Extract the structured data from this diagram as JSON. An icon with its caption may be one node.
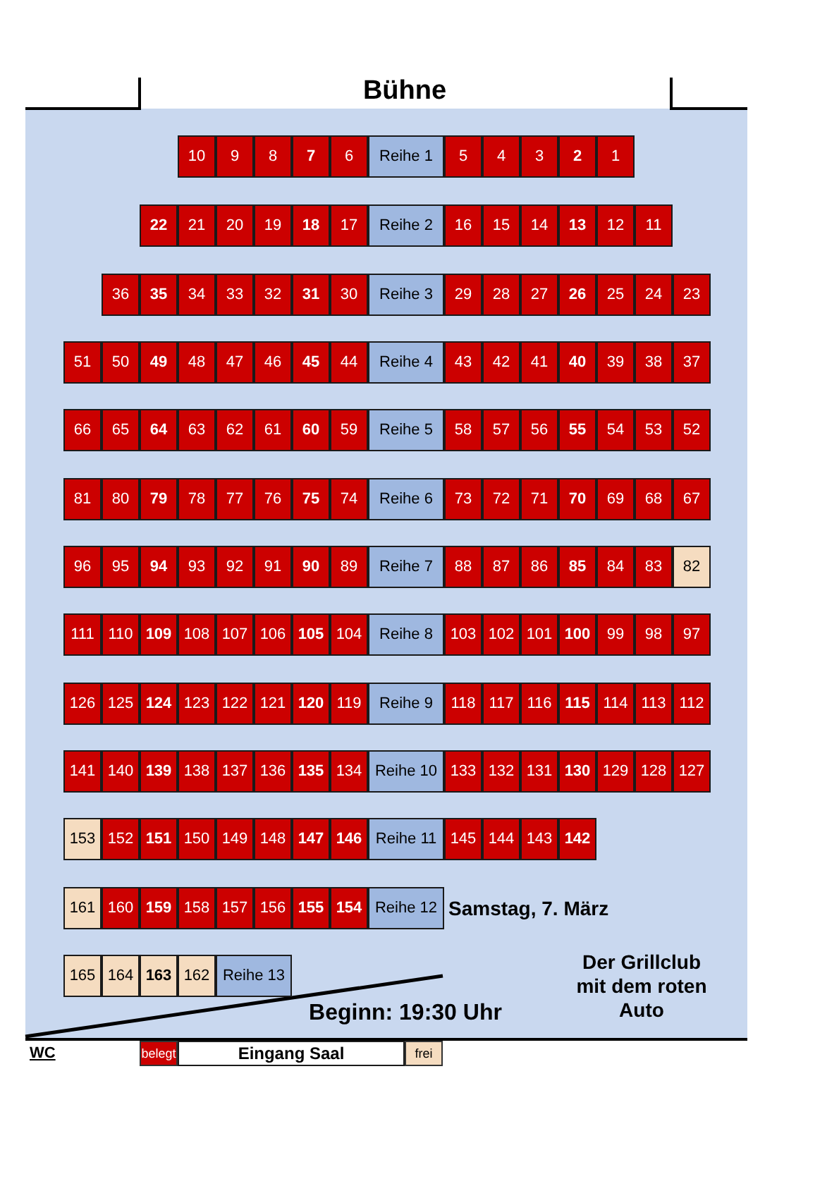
{
  "diagram": {
    "nodes": [
      {
        "text": [
          "10"
        ]
      },
      {
        "text": [
          "9"
        ]
      },
      {
        "text": [
          "8"
        ]
      },
      {
        "text": [
          "7"
        ]
      },
      {
        "text": [
          "6"
        ]
      },
      {
        "text": [
          "Reihe 1"
        ]
      },
      {
        "text": [
          "5"
        ]
      },
      {
        "text": [
          "4"
        ]
      },
      {
        "text": [
          "3"
        ]
      },
      {
        "text": [
          "2"
        ]
      },
      {
        "text": [
          "1"
        ]
      },
      {
        "text": [
          "22"
        ]
      },
      {
        "text": [
          "21"
        ]
      },
      {
        "text": [
          "20"
        ]
      },
      {
        "text": [
          "19"
        ]
      },
      {
        "text": [
          "18"
        ]
      },
      {
        "text": [
          "17"
        ]
      },
      {
        "text": [
          "Reihe 2"
        ]
      },
      {
        "text": [
          "16"
        ]
      },
      {
        "text": [
          "15"
        ]
      },
      {
        "text": [
          "14"
        ]
      },
      {
        "text": [
          "13"
        ]
      },
      {
        "text": [
          "12"
        ]
      },
      {
        "text": [
          "11"
        ]
      },
      {
        "text": [
          "36"
        ]
      },
      {
        "text": [
          "35"
        ]
      },
      {
        "text": [
          "34"
        ]
      },
      {
        "text": [
          "33"
        ]
      },
      {
        "text": [
          "32"
        ]
      },
      {
        "text": [
          "31"
        ]
      },
      {
        "text": [
          "30"
        ]
      },
      {
        "text": [
          "Reihe 3"
        ]
      },
      {
        "text": [
          "29"
        ]
      },
      {
        "text": [
          "28"
        ]
      },
      {
        "text": [
          "27"
        ]
      },
      {
        "text": [
          "26"
        ]
      },
      {
        "text": [
          "25"
        ]
      },
      {
        "text": [
          "24"
        ]
      },
      {
        "text": [
          "23"
        ]
      },
      {
        "text": [
          "51"
        ]
      },
      {
        "text": [
          "50"
        ]
      },
      {
        "text": [
          "49"
        ]
      },
      {
        "text": [
          "48"
        ]
      },
      {
        "text": [
          "47"
        ]
      },
      {
        "text": [
          "46"
        ]
      },
      {
        "text": [
          "45"
        ]
      },
      {
        "text": [
          "44"
        ]
      },
      {
        "text": [
          "Reihe 4"
        ]
      },
      {
        "text": [
          "43"
        ]
      },
      {
        "text": [
          "42"
        ]
      },
      {
        "text": [
          "41"
        ]
      },
      {
        "text": [
          "40"
        ]
      },
      {
        "text": [
          "39"
        ]
      },
      {
        "text": [
          "38"
        ]
      },
      {
        "text": [
          "37"
        ]
      },
      {
        "text": [
          "66"
        ]
      },
      {
        "text": [
          "65"
        ]
      },
      {
        "text": [
          "64"
        ]
      },
      {
        "text": [
          "63"
        ]
      },
      {
        "text": [
          "62"
        ]
      },
      {
        "text": [
          "61"
        ]
      },
      {
        "text": [
          "60"
        ]
      },
      {
        "text": [
          "59"
        ]
      },
      {
        "text": [
          "Reihe 5"
        ]
      },
      {
        "text": [
          "58"
        ]
      },
      {
        "text": [
          "57"
        ]
      },
      {
        "text": [
          "56"
        ]
      },
      {
        "text": [
          "55"
        ]
      },
      {
        "text": [
          "54"
        ]
      },
      {
        "text": [
          "53"
        ]
      },
      {
        "text": [
          "52"
        ]
      },
      {
        "text": [
          "81"
        ]
      },
      {
        "text": [
          "80"
        ]
      },
      {
        "text": [
          "79"
        ]
      },
      {
        "text": [
          "78"
        ]
      },
      {
        "text": [
          "77"
        ]
      },
      {
        "text": [
          "76"
        ]
      },
      {
        "text": [
          "75"
        ]
      },
      {
        "text": [
          "74"
        ]
      },
      {
        "text": [
          "Reihe 6"
        ]
      },
      {
        "text": [
          "73"
        ]
      },
      {
        "text": [
          "72"
        ]
      },
      {
        "text": [
          "71"
        ]
      },
      {
        "text": [
          "70"
        ]
      },
      {
        "text": [
          "69"
        ]
      },
      {
        "text": [
          "68"
        ]
      },
      {
        "text": [
          "67"
        ]
      },
      {
        "text": [
          "96"
        ]
      },
      {
        "text": [
          "95"
        ]
      },
      {
        "text": [
          "94"
        ]
      },
      {
        "text": [
          "93"
        ]
      },
      {
        "text": [
          "92"
        ]
      },
      {
        "text": [
          "91"
        ]
      },
      {
        "text": [
          "90"
        ]
      },
      {
        "text": [
          "89"
        ]
      },
      {
        "text": [
          "Reihe 7"
        ]
      },
      {
        "text": [
          "88"
        ]
      },
      {
        "text": [
          "87"
        ]
      },
      {
        "text": [
          "86"
        ]
      },
      {
        "text": [
          "85"
        ]
      },
      {
        "text": [
          "84"
        ]
      },
      {
        "text": [
          "83"
        ]
      },
      {
        "text": [
          "82"
        ]
      },
      {
        "text": [
          "111"
        ]
      },
      {
        "text": [
          "110"
        ]
      },
      {
        "text": [
          "109"
        ]
      },
      {
        "text": [
          "108"
        ]
      },
      {
        "text": [
          "107"
        ]
      },
      {
        "text": [
          "106"
        ]
      },
      {
        "text": [
          "105"
        ]
      },
      {
        "text": [
          "104"
        ]
      },
      {
        "text": [
          "Reihe 8"
        ]
      },
      {
        "text": [
          "103"
        ]
      },
      {
        "text": [
          "102"
        ]
      },
      {
        "text": [
          "101"
        ]
      },
      {
        "text": [
          "100"
        ]
      },
      {
        "text": [
          "99"
        ]
      },
      {
        "text": [
          "98"
        ]
      },
      {
        "text": [
          "97"
        ]
      },
      {
        "text": [
          "126"
        ]
      },
      {
        "text": [
          "125"
        ]
      },
      {
        "text": [
          "124"
        ]
      },
      {
        "text": [
          "123"
        ]
      },
      {
        "text": [
          "122"
        ]
      },
      {
        "text": [
          "121"
        ]
      },
      {
        "text": [
          "120"
        ]
      },
      {
        "text": [
          "119"
        ]
      },
      {
        "text": [
          "Reihe 9"
        ]
      },
      {
        "text": [
          "118"
        ]
      },
      {
        "text": [
          "117"
        ]
      },
      {
        "text": [
          "116"
        ]
      },
      {
        "text": [
          "115"
        ]
      },
      {
        "text": [
          "114"
        ]
      },
      {
        "text": [
          "113"
        ]
      },
      {
        "text": [
          "112"
        ]
      },
      {
        "text": [
          "141"
        ]
      },
      {
        "text": [
          "140"
        ]
      },
      {
        "text": [
          "139"
        ]
      },
      {
        "text": [
          "138"
        ]
      },
      {
        "text": [
          "137"
        ]
      },
      {
        "text": [
          "136"
        ]
      },
      {
        "text": [
          "135"
        ]
      },
      {
        "text": [
          "134"
        ]
      },
      {
        "text": [
          "Reihe 10"
        ]
      },
      {
        "text": [
          "133"
        ]
      },
      {
        "text": [
          "132"
        ]
      },
      {
        "text": [
          "131"
        ]
      },
      {
        "text": [
          "130"
        ]
      },
      {
        "text": [
          "129"
        ]
      },
      {
        "text": [
          "128"
        ]
      },
      {
        "text": [
          "127"
        ]
      },
      {
        "text": [
          "153"
        ]
      },
      {
        "text": [
          "152"
        ]
      },
      {
        "text": [
          "151"
        ]
      },
      {
        "text": [
          "150"
        ]
      },
      {
        "text": [
          "149"
        ]
      },
      {
        "text": [
          "148"
        ]
      },
      {
        "text": [
          "147"
        ]
      },
      {
        "text": [
          "146"
        ]
      },
      {
        "text": [
          "Reihe 11"
        ]
      },
      {
        "text": [
          "145"
        ]
      },
      {
        "text": [
          "144"
        ]
      },
      {
        "text": [
          "143"
        ]
      },
      {
        "text": [
          "142"
        ]
      },
      {
        "text": [
          "161"
        ]
      },
      {
        "text": [
          "160"
        ]
      },
      {
        "text": [
          "159"
        ]
      },
      {
        "text": [
          "158"
        ]
      },
      {
        "text": [
          "157"
        ]
      },
      {
        "text": [
          "156"
        ]
      },
      {
        "text": [
          "155"
        ]
      },
      {
        "text": [
          "154"
        ]
      },
      {
        "text": [
          "Reihe 12"
        ]
      },
      {
        "text": [
          "165"
        ]
      },
      {
        "text": [
          "164"
        ]
      },
      {
        "text": [
          "163"
        ]
      },
      {
        "text": [
          "162"
        ]
      },
      {
        "text": [
          "Reihe 13"
        ]
      },
      {
        "text": [
          "Eingang Saal"
        ]
      }
    ],
    "labels": [
      "Bühne",
      "Samstag, 7. März",
      "Der Grillclub mit dem roten Auto",
      "Beginn: 19:30 Uhr",
      "WC"
    ],
    "legend": [
      {
        "text": "belegt",
        "color": "#cc0000"
      },
      {
        "text": "frei",
        "color": "#f5dcc0"
      }
    ]
  }
}
